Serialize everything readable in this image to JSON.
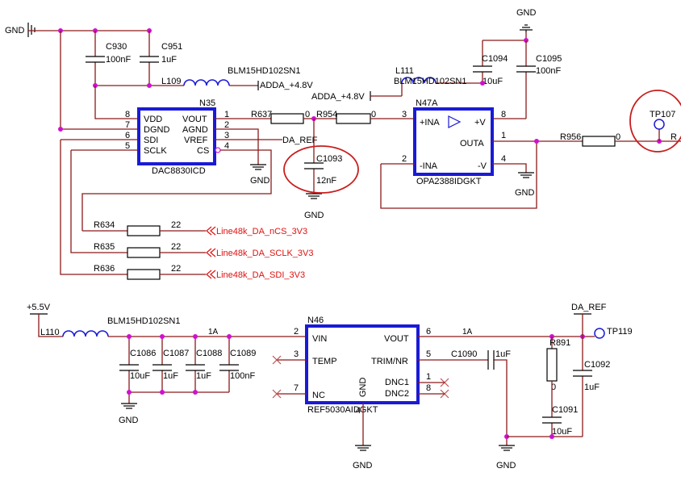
{
  "top": {
    "gnd_left": "GND",
    "gnd_top": "GND",
    "gnd_dac": "GND",
    "gnd_c1093": "GND",
    "gnd_opa": "GND",
    "c930": {
      "ref": "C930",
      "value": "100nF"
    },
    "c951": {
      "ref": "C951",
      "value": "1uF"
    },
    "l109": {
      "ref": "L109",
      "part": "BLM15HD102SN1"
    },
    "addda_net_1": "ADDA_+4.8V",
    "addda_net_2": "ADDA_+4.8V",
    "l111": {
      "ref": "L111",
      "part": "BLM15HD102SN1"
    },
    "c1094": {
      "ref": "C1094",
      "value": "10uF"
    },
    "c1095": {
      "ref": "C1095",
      "value": "100nF"
    },
    "n35": {
      "ref": "N35",
      "part": "DAC8830ICD",
      "pins_left": [
        {
          "num": "8",
          "name": "VDD"
        },
        {
          "num": "7",
          "name": "DGND"
        },
        {
          "num": "6",
          "name": "SDI"
        },
        {
          "num": "5",
          "name": "SCLK"
        }
      ],
      "pins_right": [
        {
          "num": "1",
          "name": "VOUT"
        },
        {
          "num": "2",
          "name": "AGND"
        },
        {
          "num": "3",
          "name": "VREF"
        },
        {
          "num": "4",
          "name": "CS"
        }
      ]
    },
    "r637": {
      "ref": "R637",
      "value": "0"
    },
    "r954": {
      "ref": "R954",
      "value": "0"
    },
    "da_ref": "DA_REF",
    "c1093": {
      "ref": "C1093",
      "value": "12nF"
    },
    "n47a": {
      "ref": "N47A",
      "part": "OPA2388IDGKT",
      "pins": [
        {
          "num": "3",
          "name": "+INA"
        },
        {
          "num": "2",
          "name": "-INA"
        },
        {
          "num": "8",
          "name": "+V"
        },
        {
          "num": "1",
          "name": "OUTA"
        },
        {
          "num": "4",
          "name": "-V"
        }
      ]
    },
    "r956": {
      "ref": "R956",
      "value": "0"
    },
    "tp107": "TP107",
    "tp107_net": "R",
    "lines": [
      {
        "ref": "R634",
        "value": "22",
        "net": "Line48k_DA_nCS_3V3"
      },
      {
        "ref": "R635",
        "value": "22",
        "net": "Line48k_DA_SCLK_3V3"
      },
      {
        "ref": "R636",
        "value": "22",
        "net": "Line48k_DA_SDI_3V3"
      }
    ]
  },
  "bottom": {
    "supply": "+5.5V",
    "l110": {
      "ref": "L110",
      "part": "BLM15HD102SN1"
    },
    "current_in": "1A",
    "current_out": "1A",
    "caps": [
      {
        "ref": "C1086",
        "value": "10uF"
      },
      {
        "ref": "C1087",
        "value": "1uF"
      },
      {
        "ref": "C1088",
        "value": "1uF"
      },
      {
        "ref": "C1089",
        "value": "100nF"
      }
    ],
    "gnd_caps": "GND",
    "n46": {
      "ref": "N46",
      "part": "REF5030AIDGKT",
      "pins": [
        {
          "num": "2",
          "name": "VIN"
        },
        {
          "num": "3",
          "name": "TEMP"
        },
        {
          "num": "7",
          "name": "NC"
        },
        {
          "num": "6",
          "name": "VOUT"
        },
        {
          "num": "5",
          "name": "TRIM/NR"
        },
        {
          "num": "1",
          "name": "DNC1"
        },
        {
          "num": "8",
          "name": "DNC2"
        },
        {
          "num": "4",
          "name": "GND"
        }
      ]
    },
    "gnd_n46": "GND",
    "c1090": {
      "ref": "C1090",
      "value": "1uF"
    },
    "gnd_c1090": "GND",
    "da_ref": "DA_REF",
    "tp119": "TP119",
    "r891": {
      "ref": "R891",
      "value": "0"
    },
    "c1091": {
      "ref": "C1091",
      "value": "10uF"
    },
    "c1092": {
      "ref": "C1092",
      "value": "1uF"
    }
  }
}
